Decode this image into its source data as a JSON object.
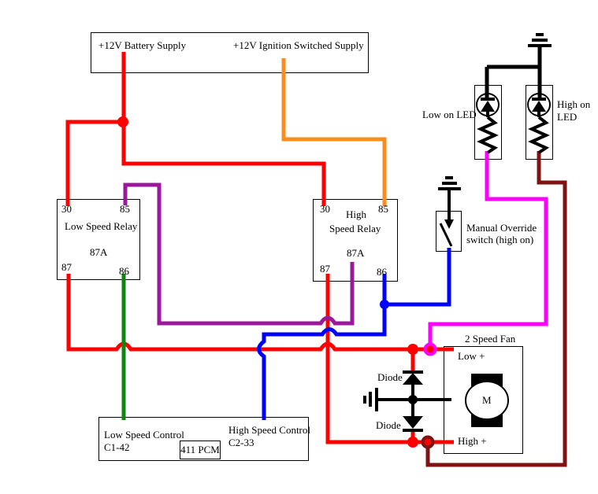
{
  "colors": {
    "red": "#ff0000",
    "orange": "#fb8c1d",
    "purple": "#99199b",
    "green": "#108410",
    "blue": "#0000ff",
    "magenta": "#ff00ff",
    "dark_red": "#7c1414",
    "black": "#000000",
    "white": "#ffffff"
  },
  "supply": {
    "battery_label": "+12V Battery Supply",
    "ignition_label": "+12V Ignition Switched Supply"
  },
  "relays": {
    "low": {
      "title": "Low Speed Relay",
      "pin_30": "30",
      "pin_85": "85",
      "pin_87a": "87A",
      "pin_87": "87",
      "pin_86": "86"
    },
    "high": {
      "title_line1": "High",
      "title_line2": "Speed Relay",
      "pin_30": "30",
      "pin_85": "85",
      "pin_87a": "87A",
      "pin_87": "87",
      "pin_86": "86"
    }
  },
  "leds": {
    "low_label": "Low on LED",
    "high_label_line1": "High on",
    "high_label_line2": "LED"
  },
  "override_switch": {
    "label_line1": "Manual Override",
    "label_line2": "switch (high on)"
  },
  "fan": {
    "title": "2 Speed Fan",
    "low_terminal": "Low +",
    "high_terminal": "High +",
    "motor_label": "M"
  },
  "diodes": {
    "upper": "Diode",
    "lower": "Diode"
  },
  "pcm": {
    "low_line1": "Low Speed Control",
    "low_line2": "C1-42",
    "high_line1": "High Speed Control",
    "high_line2": "C2-33",
    "box_label": "411 PCM"
  }
}
